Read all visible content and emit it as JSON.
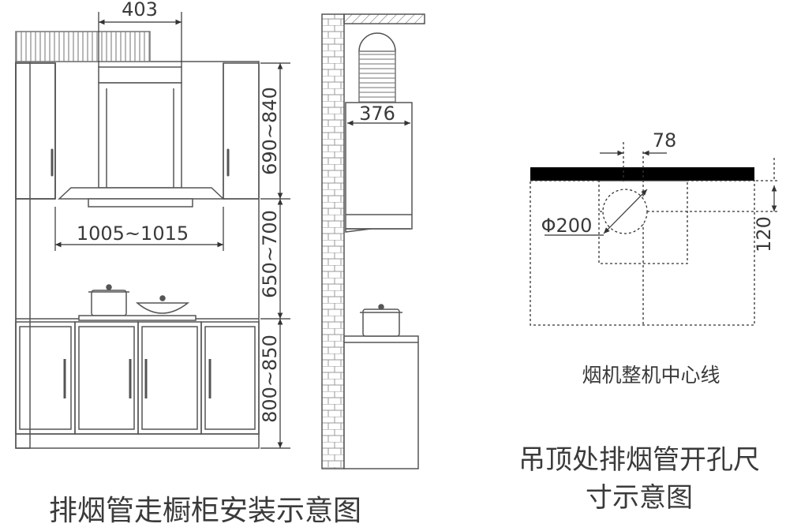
{
  "front_view": {
    "top_width": "403",
    "upper_height": "690~840",
    "hood_width": "1005~1015",
    "gap_height": "650~700",
    "base_height": "800~850"
  },
  "side_view": {
    "hood_depth": "376"
  },
  "ceiling_view": {
    "offset": "78",
    "hole_diameter": "Φ200",
    "hole_depth": "120",
    "centerline_label": "烟机整机中心线"
  },
  "captions": {
    "left": "排烟管走橱柜安装示意图",
    "right_line1": "吊顶处排烟管开孔尺",
    "right_line2": "寸示意图"
  },
  "colors": {
    "line": "#4a4a4a",
    "stroke": "#555555",
    "plate": "#000000"
  }
}
